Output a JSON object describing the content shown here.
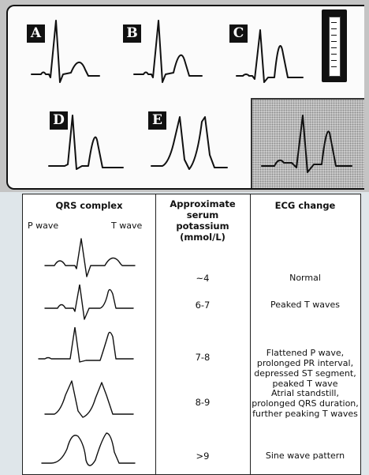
{
  "photo_panel": {
    "labels": [
      "A",
      "B",
      "C",
      "D",
      "E"
    ]
  },
  "table": {
    "headers": {
      "qrs": "QRS complex",
      "potassium_line1": "Approximate serum",
      "potassium_line2": "potassium (mmol/L)",
      "ecg": "ECG change"
    },
    "p_wave_label": "P wave",
    "t_wave_label": "T wave",
    "rows": [
      {
        "potassium": "~4",
        "ecg_lines": [
          "Normal"
        ]
      },
      {
        "potassium": "6-7",
        "ecg_lines": [
          "Peaked T waves"
        ]
      },
      {
        "potassium": "7-8",
        "ecg_lines": [
          "Flattened P wave,",
          "prolonged PR interval,",
          "depressed ST segment,",
          "peaked T wave"
        ]
      },
      {
        "potassium": "8-9",
        "ecg_lines": [
          "Atrial standstill,",
          "prolonged QRS duration,",
          "further peaking T waves"
        ]
      },
      {
        "potassium": ">9",
        "ecg_lines": [
          "Sine wave pattern"
        ]
      }
    ]
  },
  "colors": {
    "background": "#dfe6ea",
    "panel_gray": "#c4c4c4",
    "ink": "#111111"
  }
}
